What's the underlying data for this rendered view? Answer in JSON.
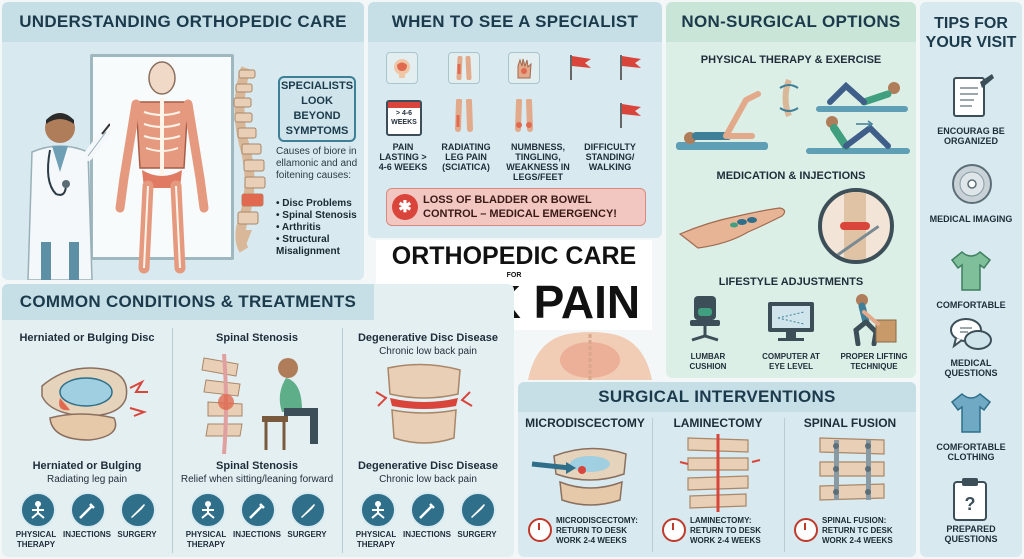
{
  "understanding": {
    "title": "UNDERSTANDING ORTHOPEDIC CARE",
    "callout": "SPECIALISTS LOOK BEYOND SYMPTOMS",
    "causes_intro": "Causes of biore in ellamonic and and foitening causes:",
    "causes": [
      "• Disc Problems",
      "• Spinal Stenosis",
      "• Arthritis",
      "• Structural Misalignment"
    ]
  },
  "specialist": {
    "title": "WHEN TO SEE A SPECIALIST",
    "calendar_label": "> 4-6 WEEKS",
    "items": [
      "PAIN LASTING > 4-6 WEEKS",
      "RADIATING LEG PAIN (SCIATICA)",
      "NUMBNESS, TINGLING, WEAKNESS IN LEGS/FEET",
      "DIFFICULTY STANDING/ WALKING"
    ],
    "emergency": "LOSS OF BLADDER OR BOWEL CONTROL – MEDICAL EMERGENCY!"
  },
  "nonsurgical": {
    "title": "NON-SURGICAL OPTIONS",
    "pt": "PHYSICAL THERAPY & EXERCISE",
    "med": "MEDICATION & INJECTIONS",
    "life": "LIFESTYLE ADJUSTMENTS",
    "life_items": [
      "LUMBAR CUSHION",
      "COMPUTER AT EYE LEVEL",
      "PROPER LIFTING TECHNIQUE"
    ]
  },
  "tips": {
    "title": "TIPS FOR YOUR VISIT",
    "items": [
      "ENCOURAG BE ORGANIZED",
      "MEDICAL IMAGING",
      "COMFORTABLE",
      "MEDICAL QUESTIONS",
      "COMFORTABLE CLOTHING",
      "PREPARED QUESTIONS"
    ]
  },
  "center": {
    "line1": "ORTHOPEDIC CARE",
    "for": "FOR",
    "line2": "BACK PAIN"
  },
  "conditions": {
    "title": "COMMON CONDITIONS & TREATMENTS",
    "cols": [
      {
        "heading": "Herniated or Bulging Disc",
        "subhead": "",
        "name": "Herniated or Bulging",
        "desc": "Radiating leg pain"
      },
      {
        "heading": "Spinal Stenosis",
        "subhead": "",
        "name": "Spinal Stenosis",
        "desc": "Relief when sitting/leaning forward"
      },
      {
        "heading": "Degenerative Disc Disease",
        "subhead": "Chronic low back pain",
        "name": "Degenerative Disc Disease",
        "desc": "Chronic low back pain"
      }
    ],
    "treatments": [
      "PHYSICAL THERAPY",
      "INJECTIONS",
      "SURGERY"
    ]
  },
  "surgical": {
    "title": "SURGICAL INTERVENTIONS",
    "cols": [
      {
        "name": "MICRODISCECTOMY",
        "recovery": "MICRODISCECTOMY: RETURN TO DESK WORK 2-4 WEEKS"
      },
      {
        "name": "LAMINECTOMY",
        "recovery": "LAMINECTOMY: RETURN TO DESK WORK 2-4 WEEKS"
      },
      {
        "name": "SPINAL FUSION",
        "recovery": "SPINAL FUSION: RETURN TC DESK WORK 2-4 WEEKS"
      }
    ]
  },
  "colors": {
    "teal_dark": "#2f6f8a",
    "panel_blue": "#d8eaef",
    "panel_green": "#dcefe6",
    "alert_red": "#c0392b"
  }
}
